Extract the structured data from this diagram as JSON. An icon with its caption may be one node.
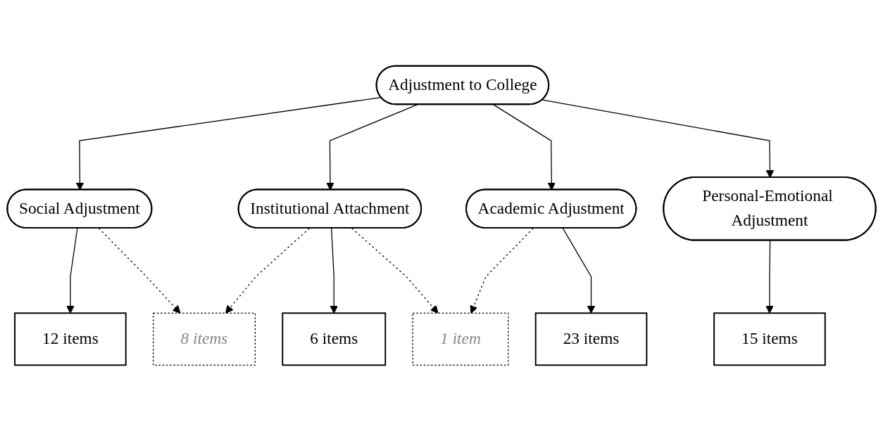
{
  "diagram": {
    "nodes": [
      {
        "text": [
          "Adjustment to College"
        ]
      },
      {
        "text": [
          "Social Adjustment"
        ]
      },
      {
        "text": [
          "Institutional Attachment"
        ]
      },
      {
        "text": [
          "Academic Adjustment"
        ]
      },
      {
        "text": [
          "Personal-Emotional Adjustment"
        ]
      },
      {
        "text": [
          "12 items"
        ]
      },
      {
        "text": [
          "8 items"
        ]
      },
      {
        "text": [
          "6 items"
        ]
      },
      {
        "text": [
          "1 item"
        ]
      },
      {
        "text": [
          "23 items"
        ]
      },
      {
        "text": [
          "15 items"
        ]
      }
    ],
    "edges": [
      {
        "from": 0,
        "to": 1,
        "arrow": "to"
      },
      {
        "from": 0,
        "to": 2,
        "arrow": "to"
      },
      {
        "from": 0,
        "to": 3,
        "arrow": "to"
      },
      {
        "from": 0,
        "to": 4,
        "arrow": "to"
      },
      {
        "from": 1,
        "to": 5,
        "arrow": "to"
      },
      {
        "from": 1,
        "to": 6,
        "arrow": "to",
        "style": "dashed"
      },
      {
        "from": 2,
        "to": 6,
        "arrow": "to",
        "style": "dashed"
      },
      {
        "from": 2,
        "to": 7,
        "arrow": "to"
      },
      {
        "from": 2,
        "to": 8,
        "arrow": "to",
        "style": "dashed"
      },
      {
        "from": 3,
        "to": 8,
        "arrow": "to",
        "style": "dashed"
      },
      {
        "from": 3,
        "to": 9,
        "arrow": "to"
      },
      {
        "from": 4,
        "to": 10,
        "arrow": "to"
      }
    ]
  }
}
